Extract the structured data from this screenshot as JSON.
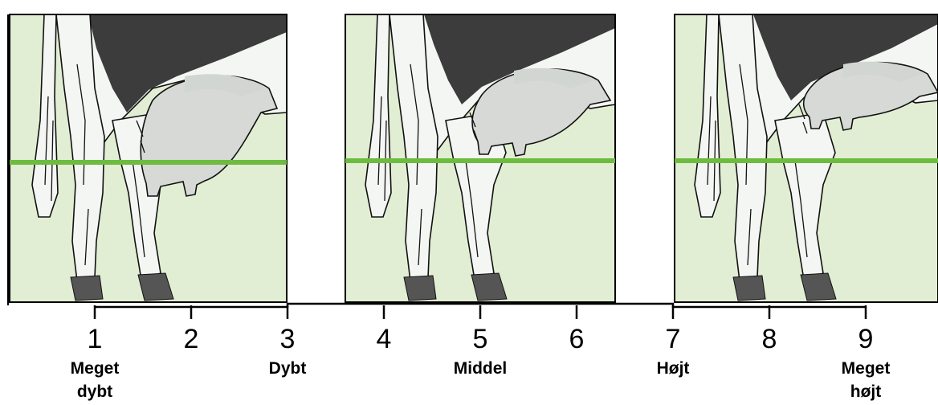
{
  "scale": {
    "numbers": [
      "1",
      "2",
      "3",
      "4",
      "5",
      "6",
      "7",
      "8",
      "9"
    ],
    "labels": [
      {
        "score": 1,
        "line1": "Meget",
        "line2": "dybt"
      },
      {
        "score": 3,
        "line1": "Dybt",
        "line2": ""
      },
      {
        "score": 5,
        "line1": "Middel",
        "line2": ""
      },
      {
        "score": 7,
        "line1": "Højt",
        "line2": ""
      },
      {
        "score": 9,
        "line1": "Meget",
        "line2": "højt"
      }
    ]
  },
  "panels": [
    {
      "name": "panel-deep-udder",
      "udder_level": 1
    },
    {
      "name": "panel-medium-udder",
      "udder_level": 5
    },
    {
      "name": "panel-high-udder",
      "udder_level": 9
    }
  ],
  "colors": {
    "background": "#e2eed3",
    "reference_line": "#6dbb3f",
    "udder": "#d6d9d6",
    "coat_black": "#3c3c3c"
  }
}
